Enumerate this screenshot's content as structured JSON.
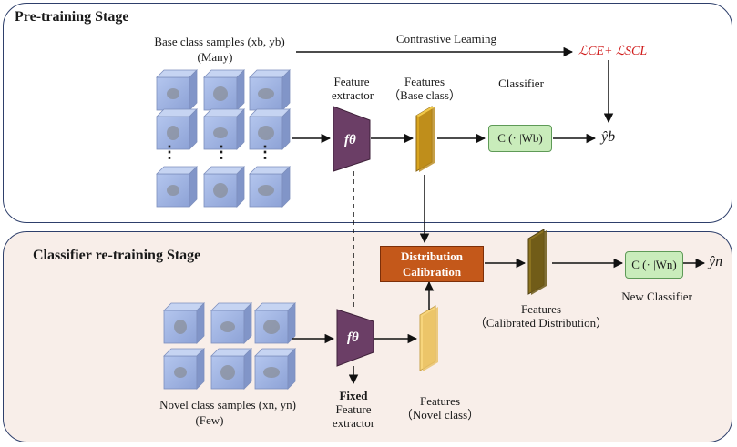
{
  "pretraining": {
    "title": "Pre-training Stage",
    "base_samples_label": "Base class samples (xb, yb)",
    "base_samples_qty": "(Many)",
    "contrastive_label": "Contrastive Learning",
    "loss_label": "ℒCE+ ℒSCL",
    "feature_extractor_line1": "Feature",
    "feature_extractor_line2": "extractor",
    "extractor_symbol": "fθ",
    "features_line1": "Features",
    "features_line2": "（Base class）",
    "classifier_label": "Classifier",
    "classifier_box": "C (· |Wb)",
    "output": "ŷb",
    "ellipsis": "⋮"
  },
  "retraining": {
    "title": "Classifier re-training Stage",
    "calibration_line1": "Distribution",
    "calibration_line2": "Calibration",
    "extractor_symbol": "fθ",
    "novel_samples_label": "Novel class samples (xn, yn)",
    "novel_samples_qty": "(Few)",
    "fixed_line1": "Fixed",
    "fixed_line2": "Feature",
    "fixed_line3": "extractor",
    "novel_features_line1": "Features",
    "novel_features_line2": "（Novel class）",
    "calibrated_line1": "Features",
    "calibrated_line2": "（Calibrated Distribution）",
    "new_classifier_box": "C (· |Wn)",
    "new_classifier_label": "New Classifier",
    "output": "ŷn"
  },
  "colors": {
    "panel_border": "#2e3f6b",
    "extractor": "#6b3e66",
    "base_feature": "#d9a520",
    "novel_feature": "#f7d57c",
    "calibrated_feature": "#8c7320",
    "classifier_fill": "#c9ecbb",
    "calibration": "#c4581a",
    "loss": "#d01c1c",
    "cube": "#9fb3e0"
  }
}
